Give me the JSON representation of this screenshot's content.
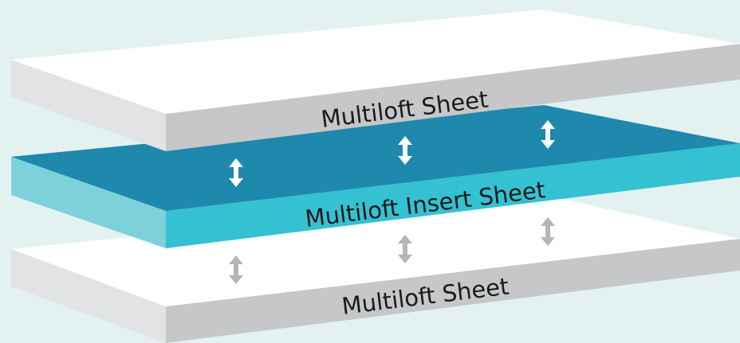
{
  "layers": [
    {
      "id": "top-sheet",
      "label": "Multiloft Sheet",
      "colors": {
        "top": "#ffffff",
        "front": "#c6c7c9",
        "side": "#e2e3e5"
      },
      "arrow_color": null
    },
    {
      "id": "insert-sheet",
      "label": "Multiloft Insert Sheet",
      "colors": {
        "top": "#1f88ad",
        "front": "#34c1d1",
        "side": "#7dd1da"
      },
      "arrow_color": "#ffffff"
    },
    {
      "id": "bottom-sheet",
      "label": "Multiloft Sheet",
      "colors": {
        "top": "#ffffff",
        "front": "#c6c7c9",
        "side": "#e2e3e5"
      },
      "arrow_color": "#b4b5b7"
    }
  ],
  "arrow_icon": "double-headed-vertical-arrow-icon",
  "background": "#e3f2f1"
}
